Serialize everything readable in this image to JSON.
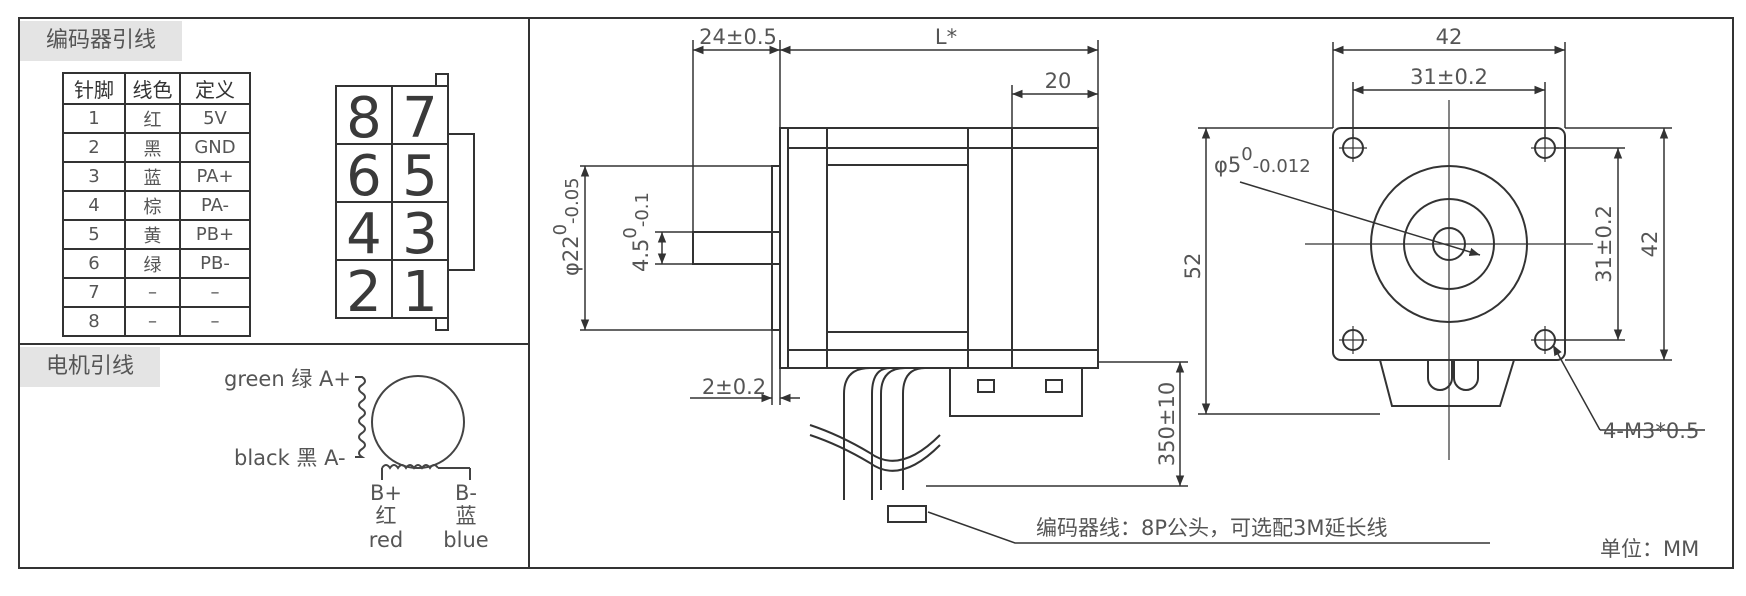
{
  "encoder_section": {
    "title": "编码器引线",
    "table": {
      "headers": [
        "针脚",
        "线色",
        "定义"
      ],
      "rows": [
        [
          "1",
          "红",
          "5V"
        ],
        [
          "2",
          "黑",
          "GND"
        ],
        [
          "3",
          "蓝",
          "PA+"
        ],
        [
          "4",
          "棕",
          "PA-"
        ],
        [
          "5",
          "黄",
          "PB+"
        ],
        [
          "6",
          "绿",
          "PB-"
        ],
        [
          "7",
          "–",
          "–"
        ],
        [
          "8",
          "–",
          "–"
        ]
      ]
    },
    "connector_pins": [
      "8",
      "7",
      "6",
      "5",
      "4",
      "3",
      "2",
      "1"
    ]
  },
  "motor_section": {
    "title": "电机引线",
    "labels": {
      "a_plus": "green 绿 A+",
      "a_minus": "black 黑 A-",
      "b_plus": "B+",
      "b_plus_cn": "红",
      "b_plus_en": "red",
      "b_minus": "B-",
      "b_minus_cn": "蓝",
      "b_minus_en": "blue"
    }
  },
  "drawing": {
    "dim_shaft_length": "24±0.5",
    "dim_body_length": "L*",
    "dim_rear_length": "20",
    "dim_boss_dia_main": "φ22",
    "dim_boss_dia_sup": "0",
    "dim_boss_dia_sub": "-0.05",
    "dim_flat_main": "4.5",
    "dim_flat_sup": "0",
    "dim_flat_sub": "-0.1",
    "dim_flange": "2±0.2",
    "dim_cable": "350±10",
    "dim_width": "42",
    "dim_hole_spacing_h": "31±0.2",
    "dim_hole_spacing_v": "31±0.2",
    "dim_height_right": "42",
    "dim_height_total": "52",
    "dim_shaft_main": "φ5",
    "dim_shaft_sup": "0",
    "dim_shaft_sub": "-0.012",
    "holes_note": "4-M3*0.5",
    "encoder_cable_note": "编码器线：8P公头，可选配3M延长线",
    "unit_note": "单位：MM"
  }
}
